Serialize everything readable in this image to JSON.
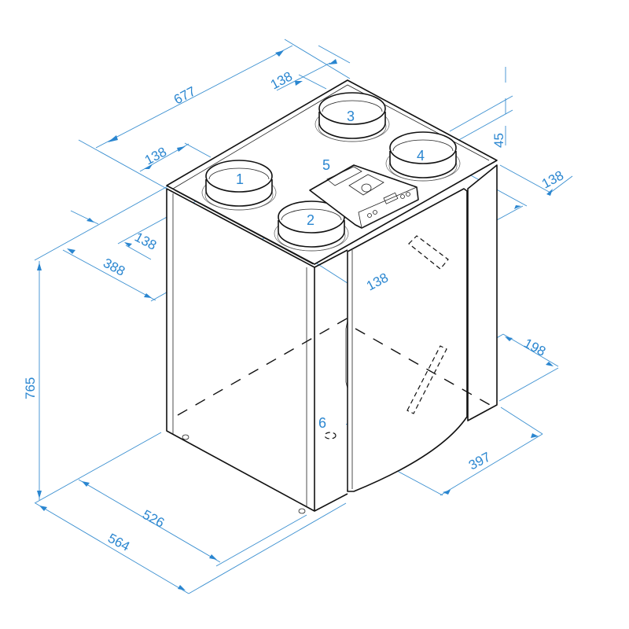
{
  "drawing": {
    "title": "Ventilation unit isometric dimension drawing",
    "line_color": "#111111",
    "dimension_color": "#2a86d0",
    "callouts": [
      {
        "id": "1",
        "label": "1"
      },
      {
        "id": "2",
        "label": "2"
      },
      {
        "id": "3",
        "label": "3"
      },
      {
        "id": "4",
        "label": "4"
      },
      {
        "id": "5",
        "label": "5"
      },
      {
        "id": "6",
        "label": "6"
      }
    ],
    "dimensions": {
      "overall_width": "677",
      "duct_offset_top_left": "138",
      "duct_offset_top_rear": "138",
      "duct_offset_right": "138",
      "duct_spigot_height": "45",
      "duct_offset_left_side": "138",
      "duct_spacing_depth": "388",
      "duct_offset_front": "138",
      "overall_height": "765",
      "base_depth_inner": "526",
      "base_depth_outer": "564",
      "side_height_offset": "198",
      "front_width": "397"
    }
  }
}
